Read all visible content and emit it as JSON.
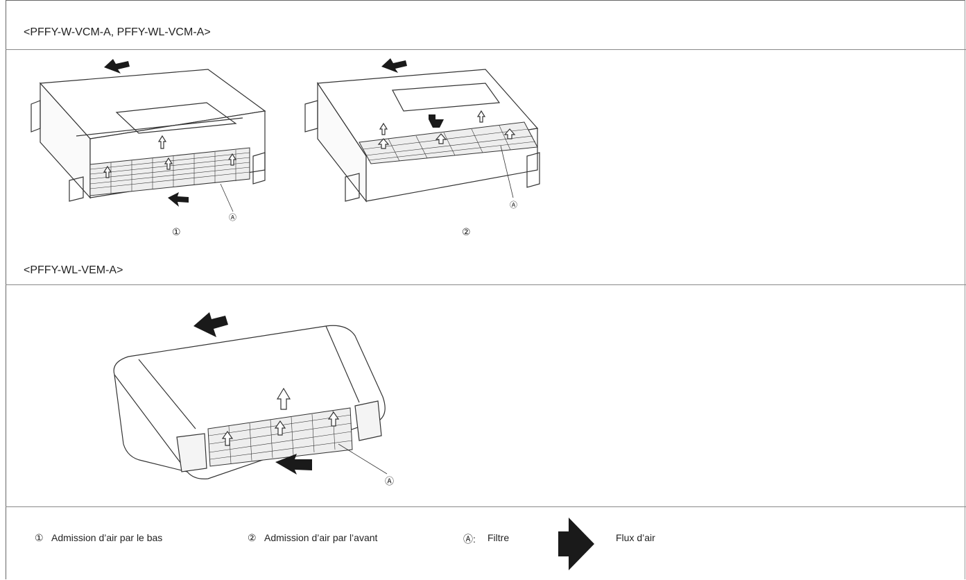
{
  "sections": {
    "top_title": "<PFFY-W-VCM-A, PFFY-WL-VCM-A>",
    "bottom_title": "<PFFY-WL-VEM-A>"
  },
  "figures": {
    "fig1_callout": "Ⓐ",
    "fig1_caption": "①",
    "fig2_callout": "Ⓐ",
    "fig2_caption": "②",
    "fig3_callout": "Ⓐ"
  },
  "legend": {
    "item1_marker": "①",
    "item1_text": "Admission d’air par le bas",
    "item2_marker": "②",
    "item2_text": "Admission d’air par l’avant",
    "item3_marker": "Ⓐ:",
    "item3_text": "Filtre",
    "item4_text": "Flux d’air"
  },
  "colors": {
    "line": "#333333",
    "arrow_fill": "#1a1a1a",
    "frame": "#666666"
  }
}
